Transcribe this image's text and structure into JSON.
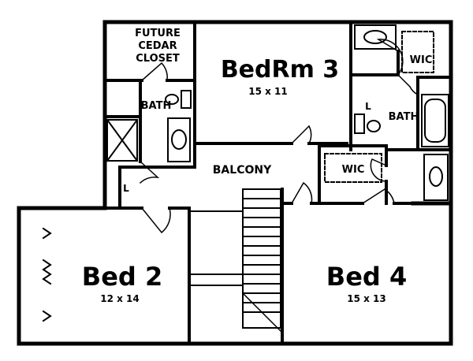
{
  "rooms": {
    "bedrm3": {
      "name": "BedRm 3",
      "size": "15 x 11"
    },
    "bed2": {
      "name": "Bed 2",
      "size": "12 x 14"
    },
    "bed4": {
      "name": "Bed 4",
      "size": "15 x 13"
    },
    "balcony": {
      "name": "BALCONY"
    },
    "cedar_closet": {
      "line1": "FUTURE",
      "line2": "CEDAR",
      "line3": "CLOSET"
    },
    "bath_left": {
      "name": "BATH"
    },
    "bath_right": {
      "name": "BATH"
    },
    "wic_top": {
      "name": "WIC"
    },
    "wic_mid": {
      "name": "WIC"
    },
    "linen_left": {
      "name": "L"
    },
    "linen_right": {
      "name": "L"
    }
  },
  "colors": {
    "line": "#000000",
    "background": "#ffffff"
  }
}
